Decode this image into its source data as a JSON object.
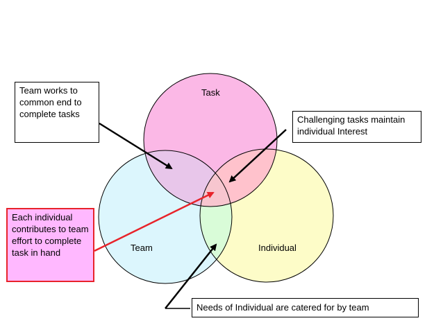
{
  "diagram": {
    "circles": [
      {
        "id": "task",
        "label": "Task",
        "fill": "#fbb8e6"
      },
      {
        "id": "team",
        "label": "Team",
        "fill": "#dcf6fd"
      },
      {
        "id": "individual",
        "label": "Individual",
        "fill": "#fdfcc8"
      }
    ],
    "callouts": {
      "team_works": "Team works to common end to complete tasks",
      "challenging": "Challenging tasks maintain individual Interest",
      "each_individual": "Each individual contributes to team effort to complete task in hand",
      "needs": "Needs of Individual are catered for by team"
    },
    "colors": {
      "highlight_border": "#e8232a",
      "highlight_fill": "#ffb8ff",
      "arrow": "#000000",
      "highlight_arrow": "#e8232a"
    }
  }
}
